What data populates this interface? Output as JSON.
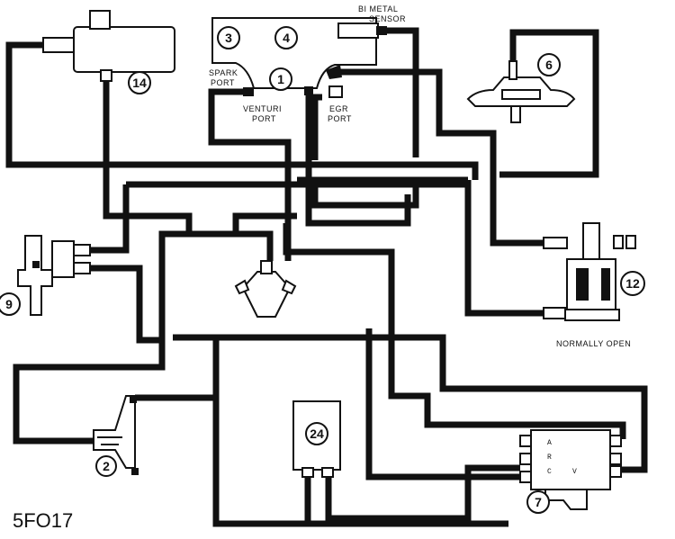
{
  "diagram": {
    "code": "5FO17",
    "labels": {
      "bimetal_sensor_1": "BI METAL",
      "bimetal_sensor_2": "SENSOR",
      "spark_port_1": "SPARK",
      "spark_port_2": "PORT",
      "venturi_port_1": "VENTURI",
      "venturi_port_2": "PORT",
      "egr_port_1": "EGR",
      "egr_port_2": "PORT",
      "normally_open": "NORMALLY OPEN"
    },
    "components": {
      "c1": "1",
      "c2": "2",
      "c3": "3",
      "c4": "4",
      "c6": "6",
      "c7": "7",
      "c9": "9",
      "c12": "12",
      "c14": "14",
      "c24": "24"
    },
    "solenoid_letters": {
      "a": "A",
      "r": "R",
      "c": "C",
      "v": "V"
    }
  }
}
